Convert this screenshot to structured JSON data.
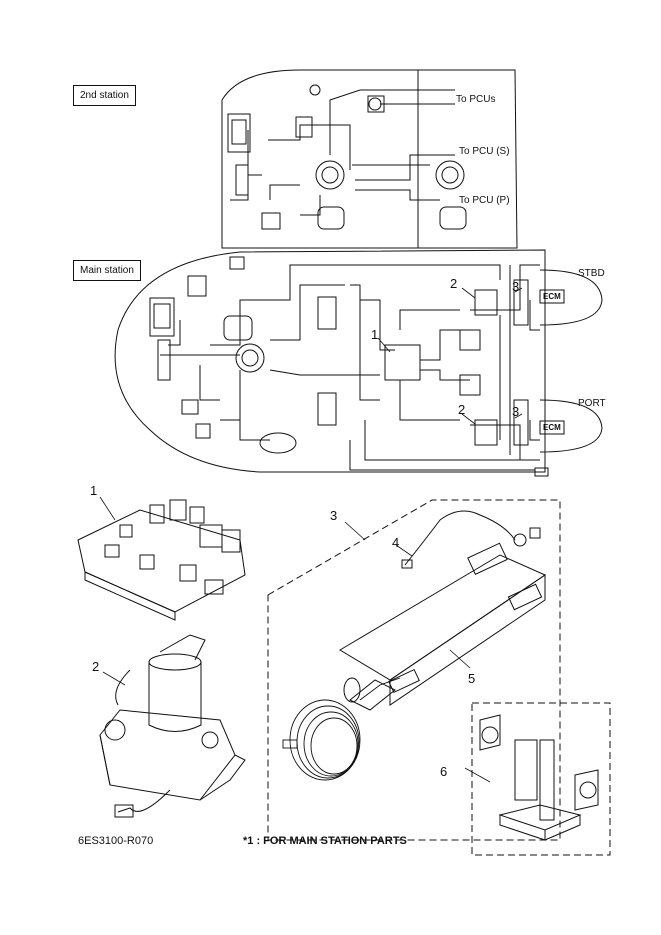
{
  "stations": {
    "second": "2nd station",
    "main": "Main station"
  },
  "routing": {
    "to_pcus": "To PCUs",
    "to_pcu_s": "To PCU (S)",
    "to_pcu_p": "To PCU (P)",
    "stbd": "STBD",
    "port": "PORT",
    "ecm": "ECM"
  },
  "callouts": {
    "n1": "1",
    "n2": "2",
    "n3": "3",
    "n4": "4",
    "n5": "5",
    "n6": "6"
  },
  "footer": {
    "code": "6ES3100-R070",
    "note": "*1 : FOR MAIN STATION PARTS"
  }
}
